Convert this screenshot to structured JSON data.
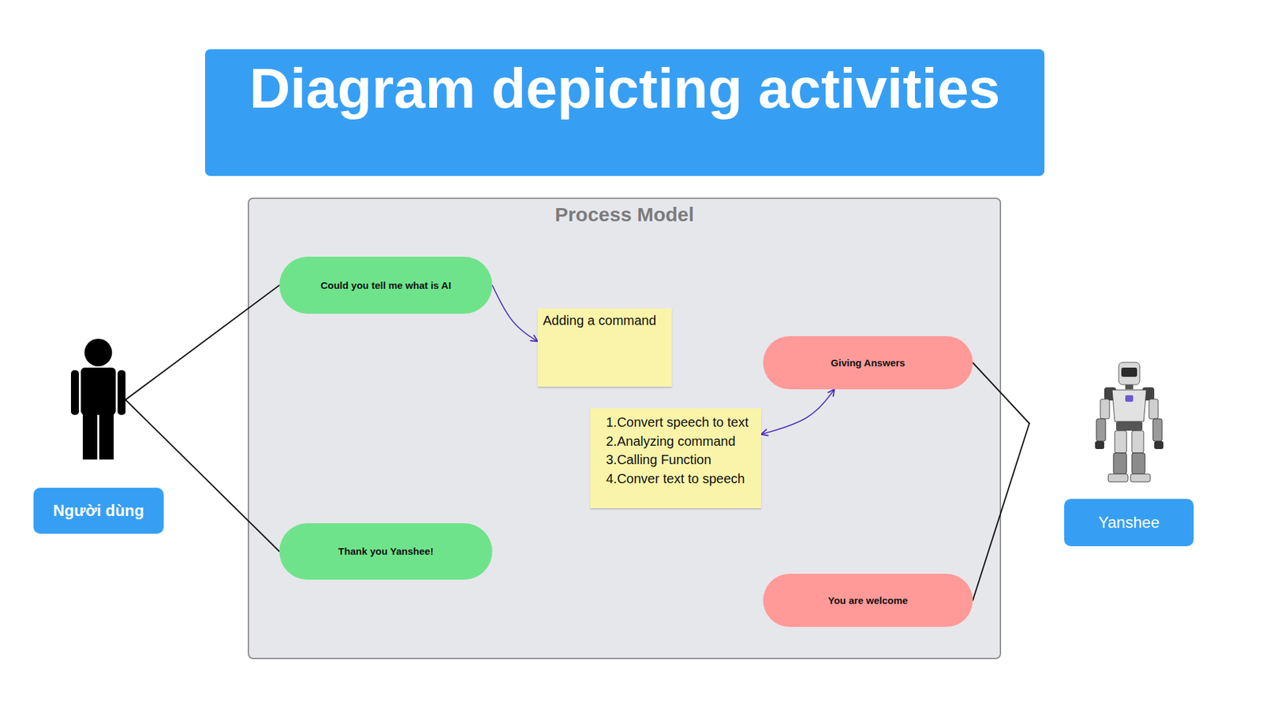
{
  "diagram": {
    "title": "Diagram depicting activities",
    "nodes": [
      {
        "text": [
          "Người dùng"
        ]
      },
      {
        "text": [
          "Process Model"
        ]
      },
      {
        "text": [
          "Could you tell me what is AI"
        ],
        "in": 1
      },
      {
        "text": [
          "Adding a command"
        ],
        "in": 1
      },
      {
        "text": [
          "Giving Answers"
        ],
        "in": 1
      },
      {
        "text": [
          "1.Convert speech to text",
          "2.Analyzing command",
          "3.Calling Function",
          "4.Conver text to speech"
        ],
        "in": 1
      },
      {
        "text": [
          "Thank you Yanshee!"
        ],
        "in": 1
      },
      {
        "text": [
          "You are welcome"
        ],
        "in": 1
      },
      {
        "text": [
          "Yanshee"
        ]
      }
    ],
    "edges": [
      {
        "from": 0,
        "to": 2,
        "arrow": "none"
      },
      {
        "from": 0,
        "to": 6,
        "arrow": "none"
      },
      {
        "from": 2,
        "to": 3,
        "arrow": "to"
      },
      {
        "from": 5,
        "to": 4,
        "arrow": "both"
      },
      {
        "from": 4,
        "to": 8,
        "arrow": "none"
      },
      {
        "from": 7,
        "to": 8,
        "arrow": "none"
      }
    ]
  }
}
